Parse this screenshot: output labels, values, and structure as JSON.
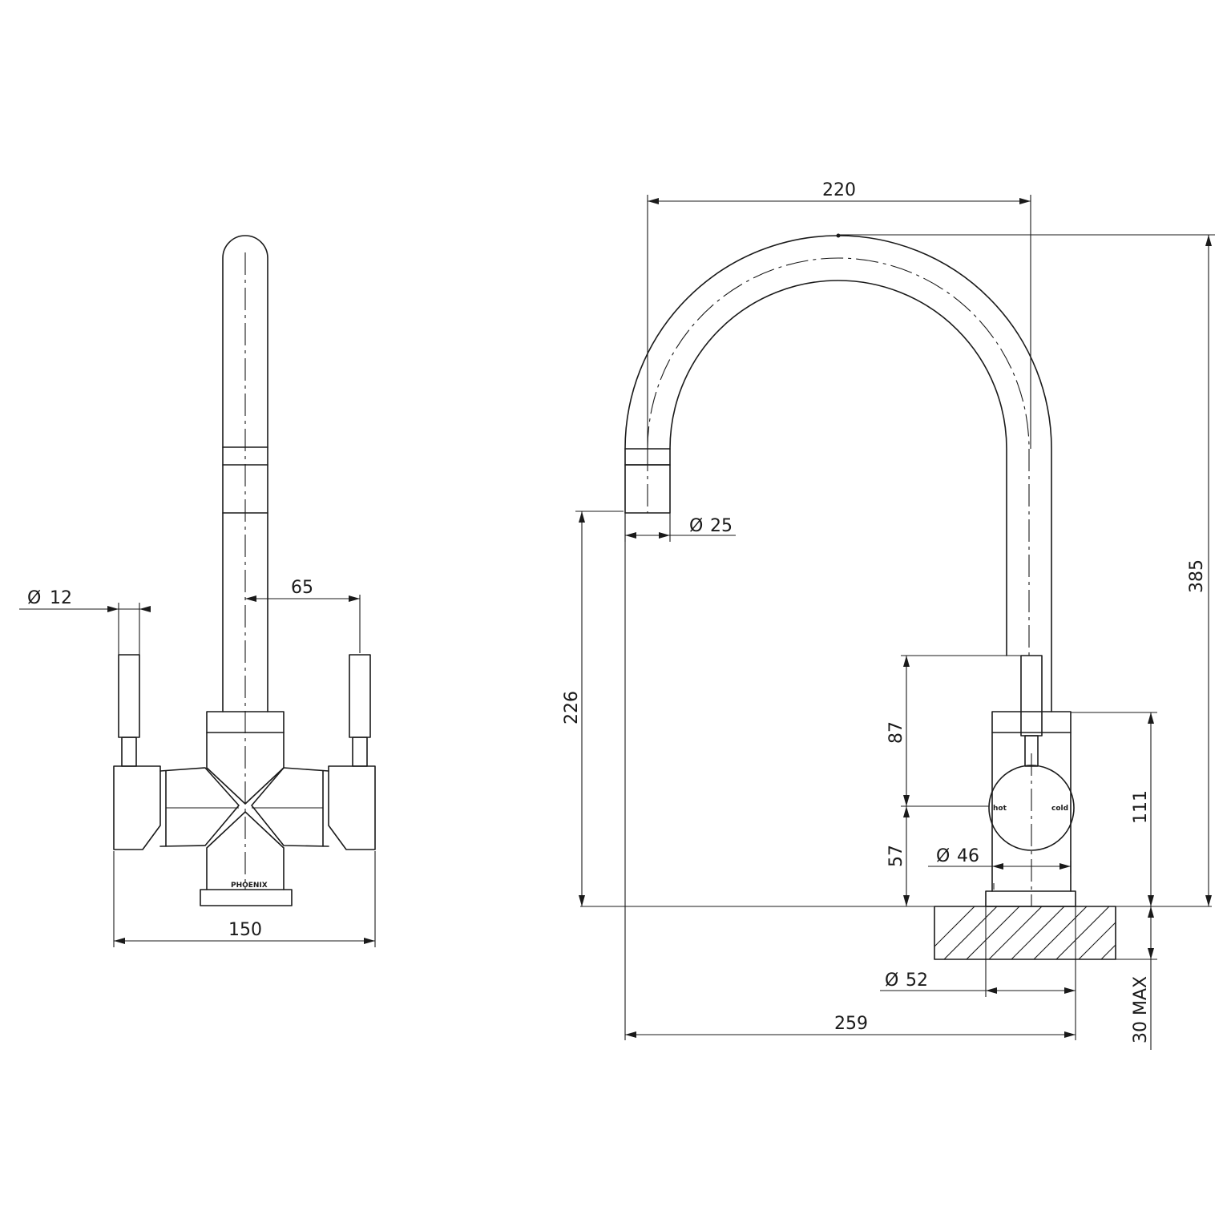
{
  "front_view": {
    "brand": "PHOENIX",
    "dim_width": "150",
    "dim_lever_offset": "65",
    "dim_lever_dia": "12"
  },
  "side_view": {
    "dim_reach": "220",
    "dim_height": "385",
    "dim_spout_height": "226",
    "dim_spout_dia": "25",
    "dim_handle_top": "87",
    "dim_handle_base": "57",
    "dim_body_height": "111",
    "dim_handle_dia": "46",
    "dim_base_dia": "52",
    "dim_depth": "259",
    "dim_bench_thickness": "30 MAX",
    "label_hot": "hot",
    "label_cold": "cold"
  },
  "symbols": {
    "diameter": "Ø"
  }
}
